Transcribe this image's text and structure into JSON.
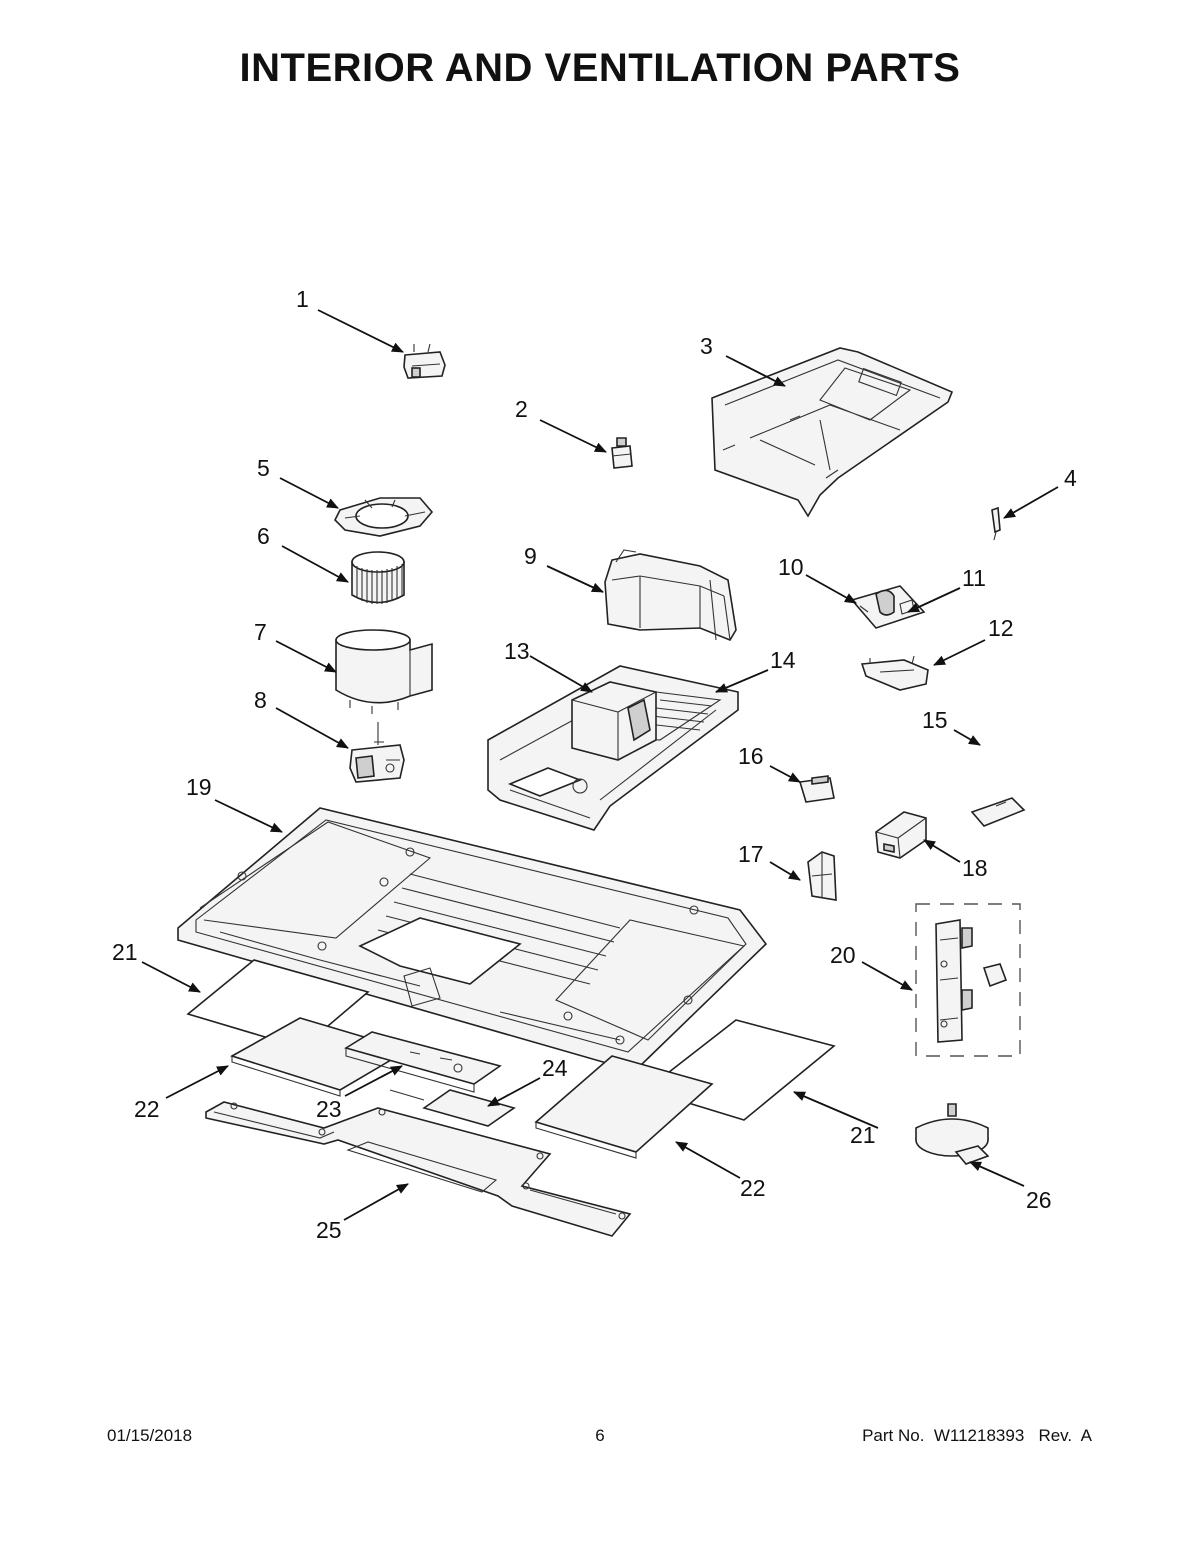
{
  "title": "INTERIOR AND VENTILATION PARTS",
  "callouts": [
    "1",
    "2",
    "3",
    "4",
    "5",
    "6",
    "7",
    "8",
    "9",
    "10",
    "11",
    "12",
    "13",
    "14",
    "15",
    "16",
    "17",
    "18",
    "19",
    "20",
    "21",
    "22",
    "23",
    "24",
    "25",
    "26"
  ],
  "footer": {
    "date": "01/15/2018",
    "page": "6",
    "part_no": "Part No.  W11218393   Rev.  A"
  }
}
